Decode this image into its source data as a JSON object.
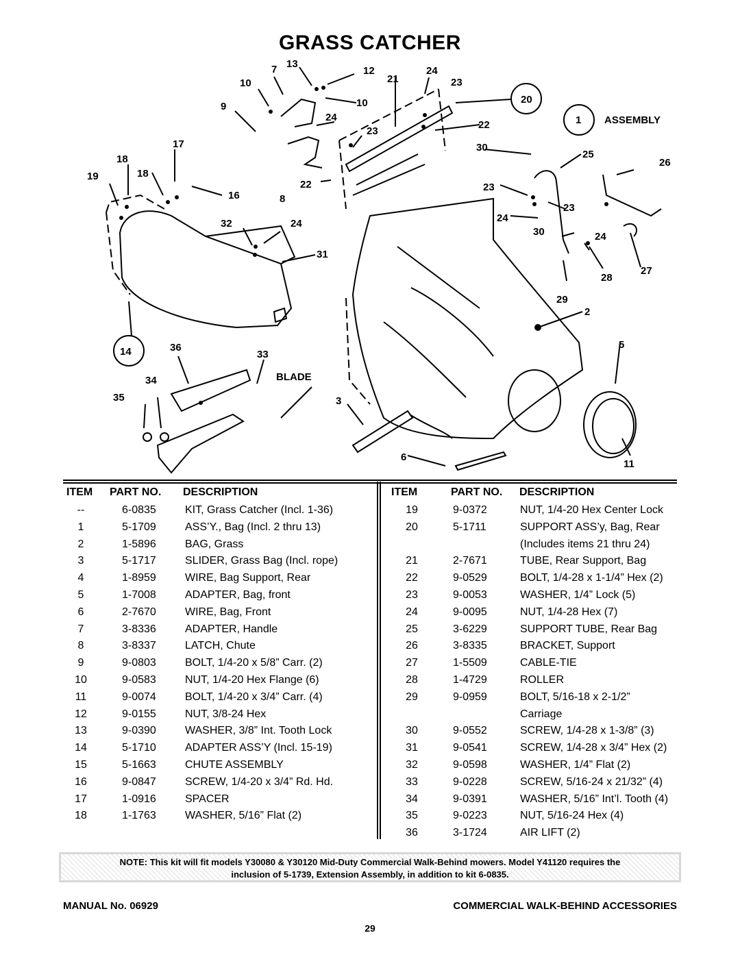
{
  "title": "GRASS CATCHER",
  "diagram": {
    "callouts": [
      "7",
      "13",
      "12",
      "21",
      "24",
      "23",
      "10",
      "9",
      "10",
      "24",
      "20",
      "1",
      "ASSEMBLY",
      "22",
      "23",
      "17",
      "30",
      "25",
      "26",
      "18",
      "19",
      "18",
      "22",
      "16",
      "8",
      "23",
      "23",
      "24",
      "32",
      "24",
      "30",
      "24",
      "31",
      "28",
      "27",
      "29",
      "2",
      "14",
      "36",
      "33",
      "5",
      "34",
      "BLADE",
      "35",
      "3",
      "6",
      "11"
    ]
  },
  "table": {
    "headers": {
      "item": "ITEM",
      "part": "PART NO.",
      "desc": "DESCRIPTION"
    },
    "left": [
      {
        "item": "--",
        "part": "6-0835",
        "desc": "KIT, Grass Catcher (Incl. 1-36)"
      },
      {
        "item": "1",
        "part": "5-1709",
        "desc": "ASS’Y., Bag (Incl. 2 thru 13)"
      },
      {
        "item": "2",
        "part": "1-5896",
        "desc": "BAG, Grass"
      },
      {
        "item": "3",
        "part": "5-1717",
        "desc": "SLIDER, Grass Bag (Incl. rope)"
      },
      {
        "item": "4",
        "part": "1-8959",
        "desc": "WIRE, Bag Support, Rear"
      },
      {
        "item": "5",
        "part": "1-7008",
        "desc": "ADAPTER, Bag, front"
      },
      {
        "item": "6",
        "part": "2-7670",
        "desc": "WIRE, Bag, Front"
      },
      {
        "item": "7",
        "part": "3-8336",
        "desc": "ADAPTER, Handle"
      },
      {
        "item": "8",
        "part": "3-8337",
        "desc": "LATCH, Chute"
      },
      {
        "item": "9",
        "part": "9-0803",
        "desc": "BOLT, 1/4-20 x 5/8” Carr. (2)"
      },
      {
        "item": "10",
        "part": "9-0583",
        "desc": "NUT, 1/4-20 Hex Flange (6)"
      },
      {
        "item": "11",
        "part": "9-0074",
        "desc": "BOLT, 1/4-20 x 3/4” Carr. (4)"
      },
      {
        "item": "12",
        "part": "9-0155",
        "desc": "NUT, 3/8-24 Hex"
      },
      {
        "item": "13",
        "part": "9-0390",
        "desc": "WASHER, 3/8” Int. Tooth Lock"
      },
      {
        "item": "14",
        "part": "5-1710",
        "desc": "ADAPTER ASS’Y (Incl. 15-19)"
      },
      {
        "item": "15",
        "part": "5-1663",
        "desc": "CHUTE ASSEMBLY"
      },
      {
        "item": "16",
        "part": "9-0847",
        "desc": "SCREW, 1/4-20 x 3/4” Rd. Hd."
      },
      {
        "item": "17",
        "part": "1-0916",
        "desc": "SPACER"
      },
      {
        "item": "18",
        "part": "1-1763",
        "desc": "WASHER, 5/16” Flat (2)"
      }
    ],
    "right": [
      {
        "item": "19",
        "part": "9-0372",
        "desc": "NUT, 1/4-20 Hex Center Lock"
      },
      {
        "item": "20",
        "part": "5-1711",
        "desc": "SUPPORT ASS’y, Bag, Rear"
      },
      {
        "item": "",
        "part": "",
        "desc": "(Includes items 21 thru 24)"
      },
      {
        "item": "21",
        "part": "2-7671",
        "desc": "TUBE, Rear Support, Bag"
      },
      {
        "item": "22",
        "part": "9-0529",
        "desc": "BOLT, 1/4-28 x 1-1/4” Hex (2)"
      },
      {
        "item": "23",
        "part": "9-0053",
        "desc": "WASHER, 1/4” Lock (5)"
      },
      {
        "item": "24",
        "part": "9-0095",
        "desc": "NUT, 1/4-28 Hex (7)"
      },
      {
        "item": "25",
        "part": "3-6229",
        "desc": "SUPPORT TUBE, Rear Bag"
      },
      {
        "item": "26",
        "part": "3-8335",
        "desc": "BRACKET, Support"
      },
      {
        "item": "27",
        "part": "1-5509",
        "desc": "CABLE-TIE"
      },
      {
        "item": "28",
        "part": "1-4729",
        "desc": "ROLLER"
      },
      {
        "item": "29",
        "part": "9-0959",
        "desc": "BOLT, 5/16-18 x 2-1/2”"
      },
      {
        "item": "",
        "part": "",
        "desc": "Carriage"
      },
      {
        "item": "30",
        "part": "9-0552",
        "desc": "SCREW, 1/4-28 x 1-3/8” (3)"
      },
      {
        "item": "31",
        "part": "9-0541",
        "desc": "SCREW, 1/4-28 x 3/4” Hex (2)"
      },
      {
        "item": "32",
        "part": "9-0598",
        "desc": "WASHER, 1/4” Flat (2)"
      },
      {
        "item": "33",
        "part": "9-0228",
        "desc": "SCREW, 5/16-24 x 21/32” (4)"
      },
      {
        "item": "34",
        "part": "9-0391",
        "desc": "WASHER, 5/16” Int’l. Tooth (4)"
      },
      {
        "item": "35",
        "part": "9-0223",
        "desc": "NUT, 5/16-24 Hex (4)"
      },
      {
        "item": "36",
        "part": "3-1724",
        "desc": "AIR LIFT (2)"
      }
    ]
  },
  "note": {
    "line1": "NOTE: This kit will fit models Y30080 & Y30120 Mid-Duty Commercial Walk-Behind mowers. Model Y41120 requires the",
    "line2": "inclusion of 5-1739, Extension Assembly, in addition to kit 6-0835."
  },
  "footer": {
    "manual": "MANUAL No. 06929",
    "section": "COMMERCIAL WALK-BEHIND ACCESSORIES",
    "page": "29"
  }
}
